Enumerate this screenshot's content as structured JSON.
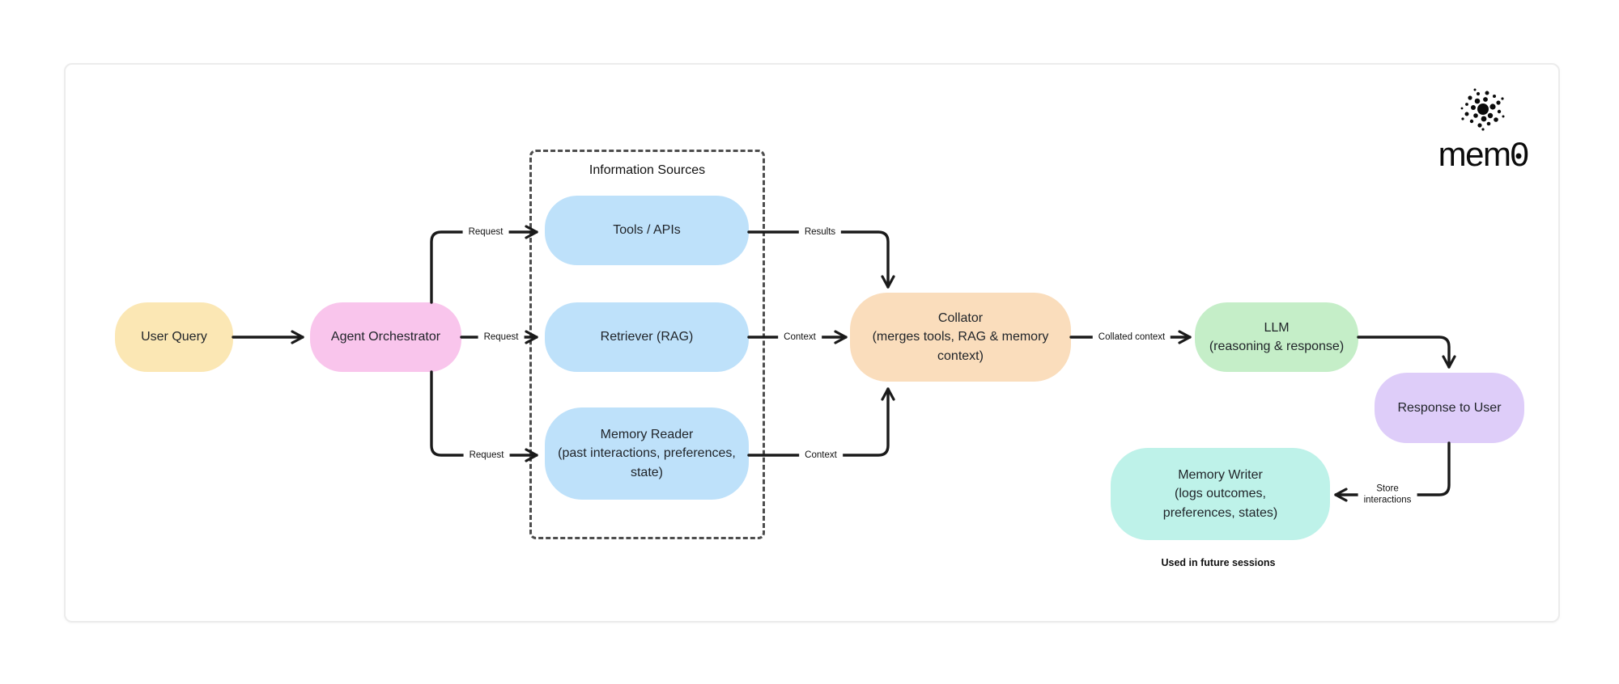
{
  "logo": {
    "icon_name": "mem0-dots-icon",
    "text_mem": "mem",
    "text_zero": "0"
  },
  "group": {
    "title": "Information Sources"
  },
  "nodes": {
    "user_query": {
      "label": "User Query",
      "color": "#FBE7B4"
    },
    "agent_orchestrator": {
      "label": "Agent Orchestrator",
      "color": "#F9C5EC"
    },
    "tools_apis": {
      "label": "Tools / APIs",
      "color": "#BEE1FA"
    },
    "retriever": {
      "label": "Retriever (RAG)",
      "color": "#BEE1FA"
    },
    "memory_reader": {
      "label": "Memory Reader\n(past interactions, preferences,\nstate)",
      "color": "#BEE1FA"
    },
    "collator": {
      "label": "Collator\n(merges tools, RAG & memory\ncontext)",
      "color": "#FADDBC"
    },
    "llm": {
      "label": "LLM\n(reasoning & response)",
      "color": "#C5EEC8"
    },
    "response_to_user": {
      "label": "Response to User",
      "color": "#DECDF9"
    },
    "memory_writer": {
      "label": "Memory Writer\n(logs outcomes,\npreferences, states)",
      "color": "#BEF2E9"
    }
  },
  "edges": {
    "orch_to_tools": {
      "label": "Request"
    },
    "orch_to_retriever": {
      "label": "Request"
    },
    "orch_to_memory_reader": {
      "label": "Request"
    },
    "tools_to_collator": {
      "label": "Results"
    },
    "retriever_to_collator": {
      "label": "Context"
    },
    "memory_to_collator": {
      "label": "Context"
    },
    "collator_to_llm": {
      "label": "Collated context"
    },
    "response_to_writer": {
      "label": "Store\ninteractions"
    }
  },
  "caption": {
    "text": "Used in future sessions"
  },
  "colors": {
    "arrow": "#1a1a1a",
    "dashed_border": "#4d4d4d",
    "card_border": "#ececec",
    "text": "#1f2328"
  }
}
